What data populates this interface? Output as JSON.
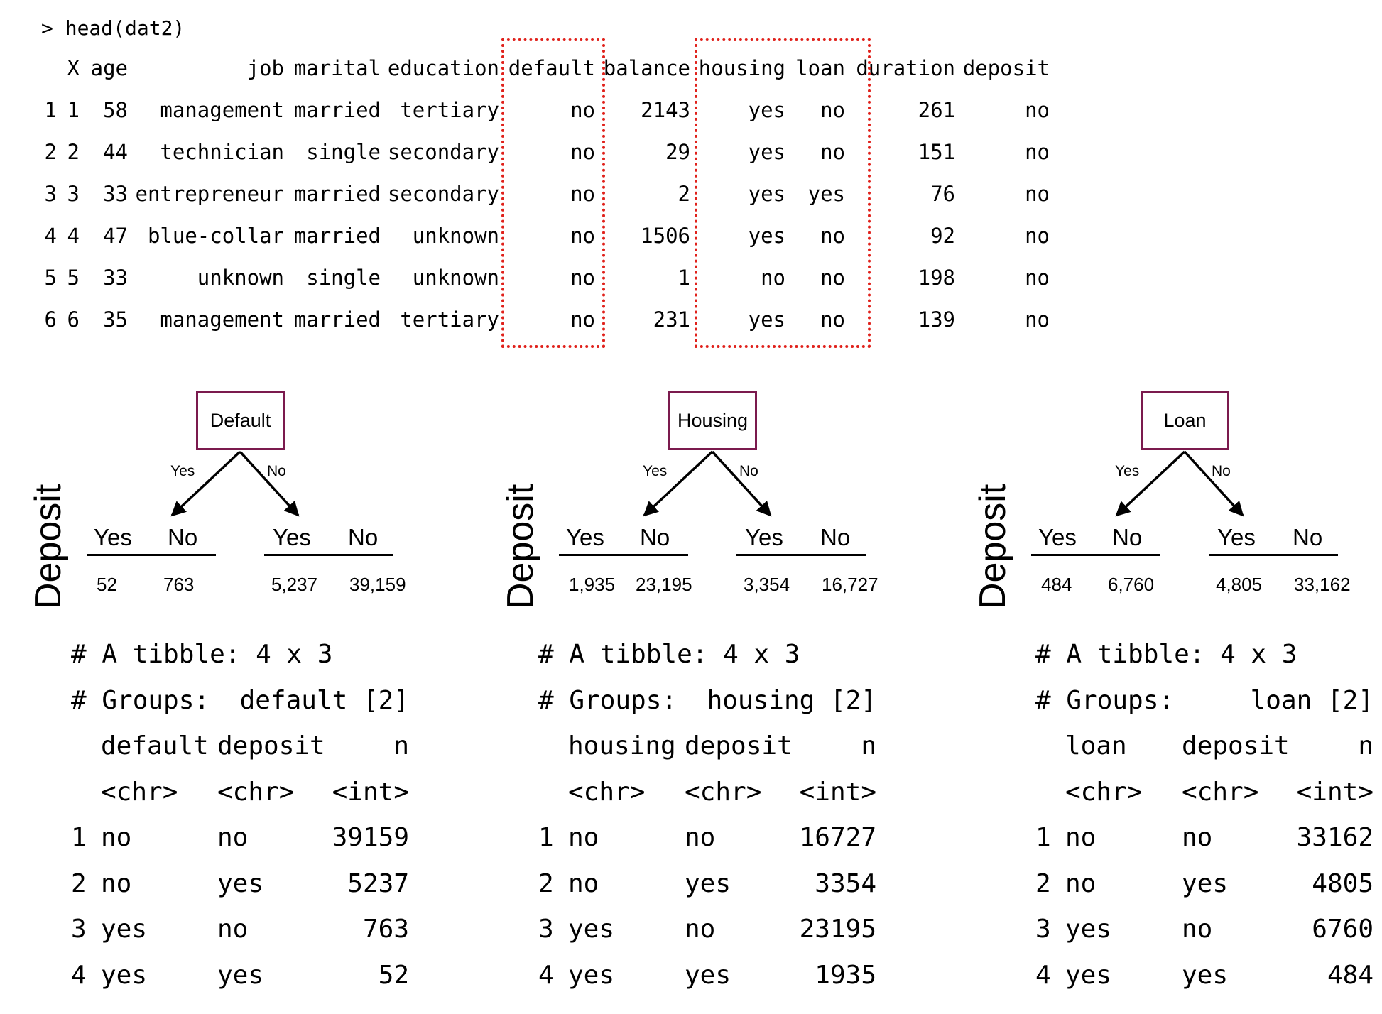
{
  "console": {
    "prompt": "> head(dat2)",
    "columns": [
      "X",
      "age",
      "job",
      "marital",
      "education",
      "default",
      "balance",
      "housing",
      "loan",
      "duration",
      "deposit"
    ],
    "rows": [
      [
        "1",
        "1",
        "58",
        "management",
        "married",
        "tertiary",
        "no",
        "2143",
        "yes",
        "no",
        "261",
        "no"
      ],
      [
        "2",
        "2",
        "44",
        "technician",
        "single",
        "secondary",
        "no",
        "29",
        "yes",
        "no",
        "151",
        "no"
      ],
      [
        "3",
        "3",
        "33",
        "entrepreneur",
        "married",
        "secondary",
        "no",
        "2",
        "yes",
        "yes",
        "76",
        "no"
      ],
      [
        "4",
        "4",
        "47",
        "blue-collar",
        "married",
        "unknown",
        "no",
        "1506",
        "yes",
        "no",
        "92",
        "no"
      ],
      [
        "5",
        "5",
        "33",
        "unknown",
        "single",
        "unknown",
        "no",
        "1",
        "no",
        "no",
        "198",
        "no"
      ],
      [
        "6",
        "6",
        "35",
        "management",
        "married",
        "tertiary",
        "no",
        "231",
        "yes",
        "no",
        "139",
        "no"
      ]
    ],
    "highlight_color": "#e0211b"
  },
  "trees": [
    {
      "root": "Default",
      "yes_branch": "Yes",
      "no_branch": "No",
      "axis_label": "Deposit",
      "left_leaves": {
        "yes_label": "Yes",
        "no_label": "No",
        "yes_count": "52",
        "no_count": "763"
      },
      "right_leaves": {
        "yes_label": "Yes",
        "no_label": "No",
        "yes_count": "5,237",
        "no_count": "39,159"
      }
    },
    {
      "root": "Housing",
      "yes_branch": "Yes",
      "no_branch": "No",
      "axis_label": "Deposit",
      "left_leaves": {
        "yes_label": "Yes",
        "no_label": "No",
        "yes_count": "1,935",
        "no_count": "23,195"
      },
      "right_leaves": {
        "yes_label": "Yes",
        "no_label": "No",
        "yes_count": "3,354",
        "no_count": "16,727"
      }
    },
    {
      "root": "Loan",
      "yes_branch": "Yes",
      "no_branch": "No",
      "axis_label": "Deposit",
      "left_leaves": {
        "yes_label": "Yes",
        "no_label": "No",
        "yes_count": "484",
        "no_count": "6,760"
      },
      "right_leaves": {
        "yes_label": "Yes",
        "no_label": "No",
        "yes_count": "4,805",
        "no_count": "33,162"
      }
    }
  ],
  "tibbles": [
    {
      "title": "# A tibble: 4 x 3",
      "groups_label": "# Groups:",
      "groups_value": "default [2]",
      "headers": [
        "default",
        "deposit",
        "n"
      ],
      "types": [
        "<chr>",
        "<chr>",
        "<int>"
      ],
      "rows": [
        [
          "1",
          "no",
          "no",
          "39159"
        ],
        [
          "2",
          "no",
          "yes",
          "5237"
        ],
        [
          "3",
          "yes",
          "no",
          "763"
        ],
        [
          "4",
          "yes",
          "yes",
          "52"
        ]
      ]
    },
    {
      "title": "# A tibble: 4 x 3",
      "groups_label": "# Groups:",
      "groups_value": "housing [2]",
      "headers": [
        "housing",
        "deposit",
        "n"
      ],
      "types": [
        "<chr>",
        "<chr>",
        "<int>"
      ],
      "rows": [
        [
          "1",
          "no",
          "no",
          "16727"
        ],
        [
          "2",
          "no",
          "yes",
          "3354"
        ],
        [
          "3",
          "yes",
          "no",
          "23195"
        ],
        [
          "4",
          "yes",
          "yes",
          "1935"
        ]
      ]
    },
    {
      "title": "# A tibble: 4 x 3",
      "groups_label": "# Groups:",
      "groups_value": "loan [2]",
      "headers": [
        "loan",
        "deposit",
        "n"
      ],
      "types": [
        "<chr>",
        "<chr>",
        "<int>"
      ],
      "rows": [
        [
          "1",
          "no",
          "no",
          "33162"
        ],
        [
          "2",
          "no",
          "yes",
          "4805"
        ],
        [
          "3",
          "yes",
          "no",
          "6760"
        ],
        [
          "4",
          "yes",
          "yes",
          "484"
        ]
      ]
    }
  ]
}
